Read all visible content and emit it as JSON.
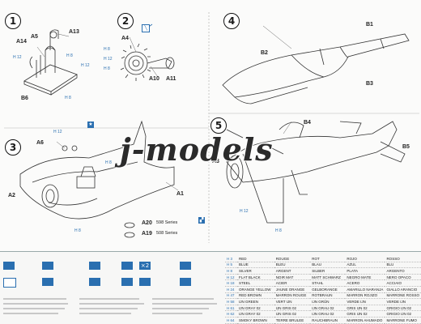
{
  "steps": [
    "1",
    "2",
    "3",
    "4",
    "5"
  ],
  "parts": {
    "a14": "A14",
    "a5": "A5",
    "a13": "A13",
    "b6": "B6",
    "a4": "A4",
    "a10": "A10",
    "a11": "A11",
    "a6": "A6",
    "a2": "A2",
    "a1": "A1",
    "a20": "A20",
    "a19": "A19",
    "b1": "B1",
    "b2": "B2",
    "b3": "B3",
    "b4": "B4",
    "b5": "B5",
    "a3": "A3"
  },
  "paint_codes": {
    "h12": "H 12",
    "h8": "H 8",
    "h12b": "H 12",
    "h8b": "H 8",
    "h12c": "H 12",
    "h8c": "H 8",
    "h12d": "H 12",
    "h8d": "H 8",
    "h8e": "H 8",
    "h12e": "H 12",
    "h8f": "H 8",
    "h8g": "H 8",
    "h12f": "H 12"
  },
  "variants": {
    "a20": "598 Series",
    "a19": "508 Series"
  },
  "watermark": "j-models",
  "legend_icons": [
    {
      "icon": "cement-icon"
    },
    {
      "icon": "pin-icon"
    },
    {
      "icon": "cut-icon"
    },
    {
      "icon": "paint-icon"
    },
    {
      "icon": "x2-icon",
      "text": "×2"
    },
    {
      "icon": "decal-star-icon"
    },
    {
      "icon": "drill-icon"
    },
    {
      "icon": "sand-icon"
    },
    {
      "icon": "assemble-icon"
    },
    {
      "icon": "glue-icon"
    },
    {
      "icon": "remove-icon"
    },
    {
      "icon": "option-icon"
    }
  ],
  "colors": [
    {
      "code": "H 3",
      "en": "RED",
      "fr": "ROUGE",
      "de": "ROT",
      "es": "ROJO",
      "it": "ROSSO"
    },
    {
      "code": "H 5",
      "en": "BLUE",
      "fr": "BLEU",
      "de": "BLAU",
      "es": "AZUL",
      "it": "BLU"
    },
    {
      "code": "H 8",
      "en": "SILVER",
      "fr": "ARGENT",
      "de": "SILBER",
      "es": "PLATA",
      "it": "ARGENTO"
    },
    {
      "code": "H 12",
      "en": "FLAT BLACK",
      "fr": "NOIR MAT",
      "de": "MATT SCHWARZ",
      "es": "NEGRO MATE",
      "it": "NERO OPACO"
    },
    {
      "code": "H 18",
      "en": "STEEL",
      "fr": "ACIER",
      "de": "STAHL",
      "es": "ACERO",
      "it": "ACCIAIO"
    },
    {
      "code": "H 24",
      "en": "ORANGE YELLOW",
      "fr": "JAUNE ORANGE",
      "de": "GELBORANGE",
      "es": "AMARILLO NARANJA",
      "it": "GIALLO ARANCIO"
    },
    {
      "code": "H 47",
      "en": "RED BROWN",
      "fr": "MARRON ROUGE",
      "de": "ROTBRAUN",
      "es": "MARRON ROJIZO",
      "it": "MARRONE ROSSO"
    },
    {
      "code": "H 58",
      "en": "IJN GREEN",
      "fr": "VERT IJN",
      "de": "IJN GRÜN",
      "es": "VERDE IJN",
      "it": "VERDE IJN"
    },
    {
      "code": "H 61",
      "en": "IJN GRAY 02",
      "fr": "IJN GRIS 02",
      "de": "IJN GRAU 02",
      "es": "GRIS IJN 02",
      "it": "GRIGIO IJN 02"
    },
    {
      "code": "H 62",
      "en": "IJN GRAY 02",
      "fr": "IJN GRIS 02",
      "de": "IJN GRAU 02",
      "es": "GRIS IJN 02",
      "it": "GRIGIO IJN 02"
    },
    {
      "code": "H 64",
      "en": "SMOKY BROWN",
      "fr": "TERRE BRULEE",
      "de": "RAUCHBRAUN",
      "es": "MARRON AHUMADO",
      "it": "MARRONE FUMO"
    }
  ],
  "accent": "#2a6fb0"
}
